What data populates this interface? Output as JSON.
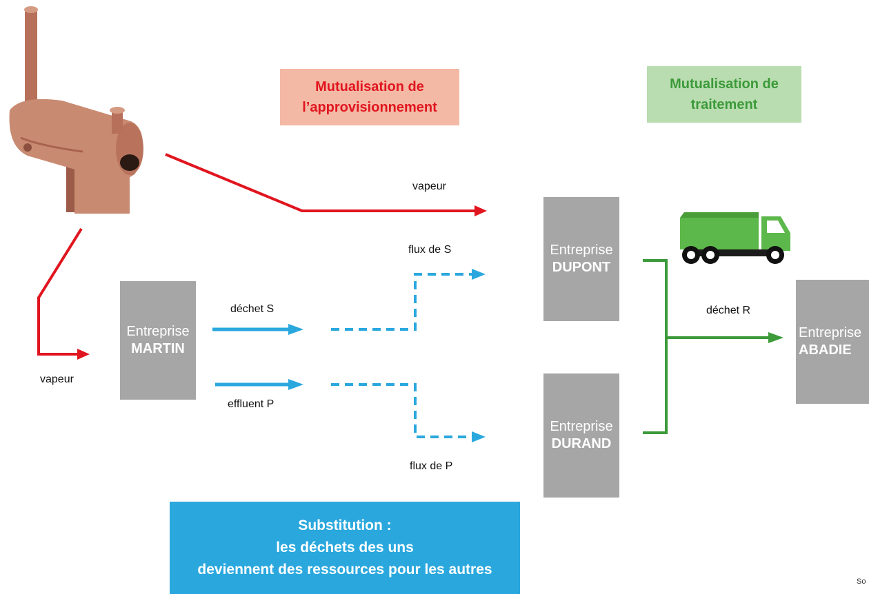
{
  "banners": {
    "supply": [
      "Mutualisation de",
      "l’approvisionnement"
    ],
    "treatment": [
      "Mutualisation de",
      "traitement"
    ],
    "substitution": [
      "Substitution :",
      "les déchets des uns",
      "deviennent des ressources pour les autres"
    ]
  },
  "companies": {
    "martin": {
      "l1": "Entreprise",
      "l2": "MARTIN"
    },
    "dupont": {
      "l1": "Entreprise",
      "l2": "DUPONT"
    },
    "durand": {
      "l1": "Entreprise",
      "l2": "DURAND"
    },
    "abadie": {
      "l1": "Entreprise",
      "l2": "ABADIE"
    }
  },
  "flows": {
    "vapeur_top": "vapeur",
    "vapeur_left": "vapeur",
    "flux_s": "flux de S",
    "dechet_s": "déchet S",
    "effluent_p": "effluent P",
    "flux_p": "flux de P",
    "dechet_r": "déchet R"
  },
  "source_note": "So",
  "colors": {
    "steam": "#e0151f",
    "waste": "#2aa8de",
    "treatment": "#3c9a3a",
    "company": "#a6a6a6"
  },
  "icons": [
    "boiler-icon",
    "truck-icon"
  ]
}
